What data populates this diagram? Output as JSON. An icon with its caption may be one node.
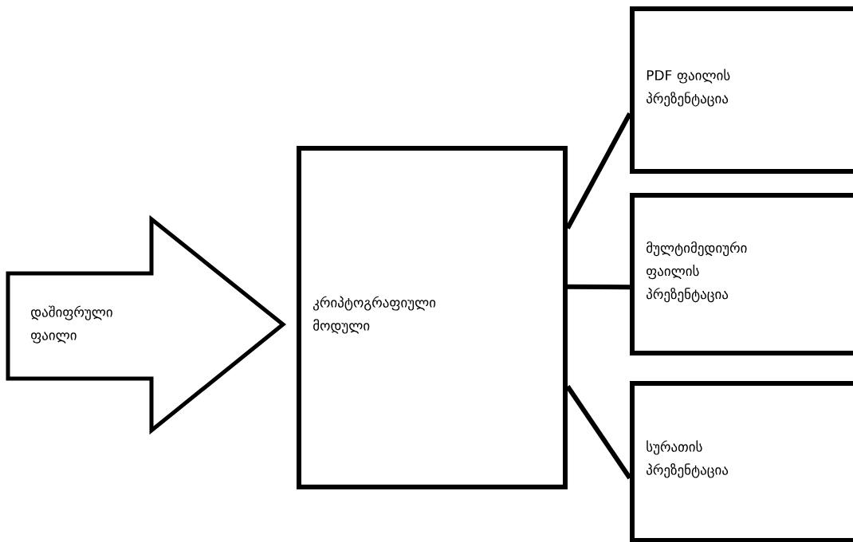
{
  "diagram": {
    "nodes": [
      {
        "text": [
          "დაშიფრული ფაილი"
        ]
      },
      {
        "text": [
          "კრიპტოგრაფიული მოდული"
        ]
      },
      {
        "text": [
          "PDF ფაილის პრეზენტაცია"
        ]
      },
      {
        "text": [
          "მულტიმედიური ფაილის პრეზენტაცია"
        ]
      },
      {
        "text": [
          "სურათის პრეზენტაცია"
        ]
      }
    ],
    "edges": [
      {
        "from": 1,
        "to": 2,
        "arrow": "none"
      },
      {
        "from": 1,
        "to": 3,
        "arrow": "none"
      },
      {
        "from": 1,
        "to": 4,
        "arrow": "none"
      }
    ]
  }
}
